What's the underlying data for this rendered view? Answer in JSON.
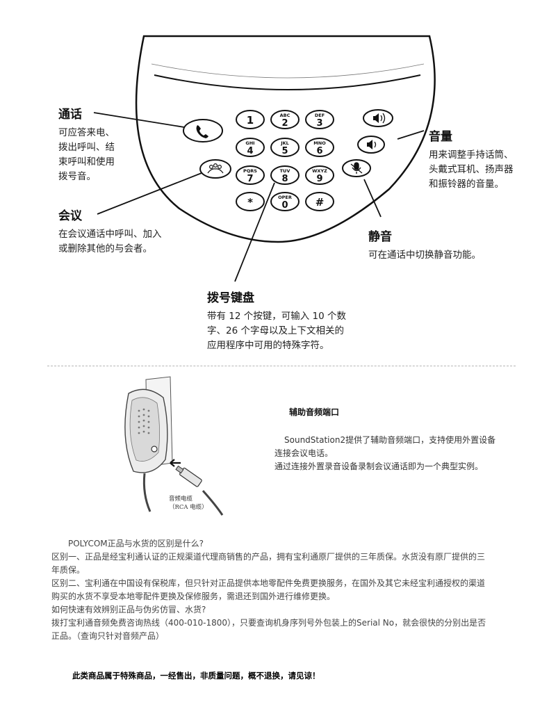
{
  "callouts": {
    "call": {
      "title": "通话",
      "body": "可应答来电、\n拨出呼叫、结\n束呼叫和使用\n拨号音。"
    },
    "conference": {
      "title": "会议",
      "body": "在会议通话中呼叫、加入\n或删除其他的与会者。"
    },
    "keypad": {
      "title": "拨号键盘",
      "body": "带有 12 个按键，可输入 10 个数\n字、26 个字母以及上下文相关的\n应用程序中可用的特殊字符。"
    },
    "volume": {
      "title": "音量",
      "body": "用来调整手持话筒、\n头戴式耳机、扬声器\n和振铃器的音量。"
    },
    "mute": {
      "title": "静音",
      "body": "可在通话中切换静音功能。"
    }
  },
  "keypad_keys": [
    {
      "digit": "1",
      "letters": ""
    },
    {
      "digit": "2",
      "letters": "ABC"
    },
    {
      "digit": "3",
      "letters": "DEF"
    },
    {
      "digit": "4",
      "letters": "GHI"
    },
    {
      "digit": "5",
      "letters": "JKL"
    },
    {
      "digit": "6",
      "letters": "MNO"
    },
    {
      "digit": "7",
      "letters": "PQRS"
    },
    {
      "digit": "8",
      "letters": "TUV"
    },
    {
      "digit": "9",
      "letters": "WXYZ"
    },
    {
      "digit": "*",
      "letters": ""
    },
    {
      "digit": "0",
      "letters": "OPER"
    },
    {
      "digit": "#",
      "letters": ""
    }
  ],
  "aux_port": {
    "title": "辅助音频端口",
    "line1": "SoundStation2提供了辅助音频端口，支持使用外置设备",
    "line2": "连接会议电话。",
    "line3": "通过连接外置录音设备录制会议通话即为一个典型实例。",
    "cable_label_1": "音频电缆",
    "cable_label_2": "（RCA 电缆）"
  },
  "authenticity": {
    "question": "POLYCOM正品与水货的区别是什么?",
    "diff1_a": "区别一、正品是经宝利通认证的正规渠道代理商销售的产品，拥有宝利通原厂提供的三年质保。水货没有原厂提供的三",
    "diff1_b": "年质保。",
    "diff2_a": "区别二、宝利通在中国设有保税库，但只针对正品提供本地零配件免费更换服务，在国外及其它未经宝利通授权的渠道",
    "diff2_b": "购买的水货不享受本地零配件更换及保修服务，需退还到国外进行维修更换。",
    "how": "如何快速有效辨别正品与伪劣仿冒、水货?",
    "hotline_a": "拨打宝利通音频免费咨询热线（400-010-1800），只要查询机身序列号外包装上的Serial No，就会很快的分别出是否",
    "hotline_b": "正品。（查询只针对音频产品）"
  },
  "notice": "此类商品属于特殊商品，一经售出，非质量问题，概不退换，请见谅！",
  "icons": {
    "call_button": "phone-handset-icon",
    "conference_button": "conference-people-icon",
    "volume_up": "speaker-volume-up-icon",
    "volume_down": "speaker-volume-down-icon",
    "mute_button": "microphone-mute-icon"
  }
}
